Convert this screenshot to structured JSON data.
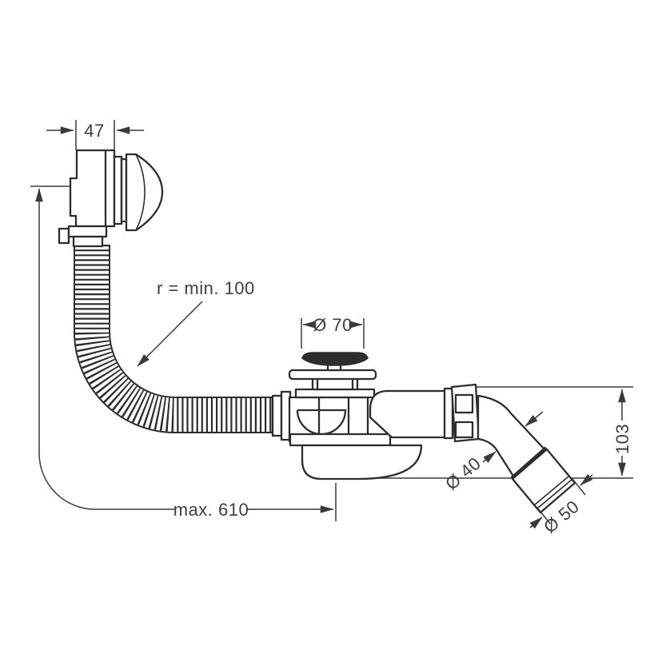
{
  "page": {
    "background_color": "#ffffff",
    "line_color": "#2d2d2d",
    "dimension_color": "#3f3f3f"
  },
  "drawing": {
    "kind": "technical line drawing",
    "subject": "bath waste and overflow set with flexible hose, plug and angled outlet",
    "dimensions": {
      "overflow_depth": {
        "label": "47",
        "value": 47
      },
      "hose_bend_radius": {
        "label": "r = min. 100",
        "value": 100
      },
      "plug_diameter": {
        "label": "Ø 70",
        "value": 70
      },
      "trap_height": {
        "label": "103",
        "value": 103
      },
      "outlet_pipe_diameter": {
        "label": "Ø 40",
        "value": 40
      },
      "outlet_socket_diameter": {
        "label": "Ø 50",
        "value": 50
      },
      "max_cable_length": {
        "label": "max. 610",
        "value": 610
      }
    }
  }
}
